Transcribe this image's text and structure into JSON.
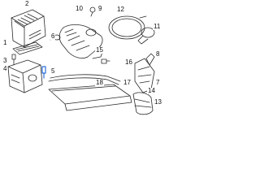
{
  "diagram": {
    "callouts": {
      "c1": "1",
      "c2": "2",
      "c3": "3",
      "c4": "4",
      "c5": "5",
      "c6": "6",
      "c7": "7",
      "c8": "8",
      "c9": "9",
      "c10": "10",
      "c11": "11",
      "c12": "12",
      "c13": "13",
      "c14": "14",
      "c15": "15",
      "c16": "16",
      "c17": "17",
      "c18": "18"
    },
    "colors": {
      "line": "#2a2a2a",
      "highlight": "#2f6fd6",
      "background": "#ffffff"
    }
  }
}
